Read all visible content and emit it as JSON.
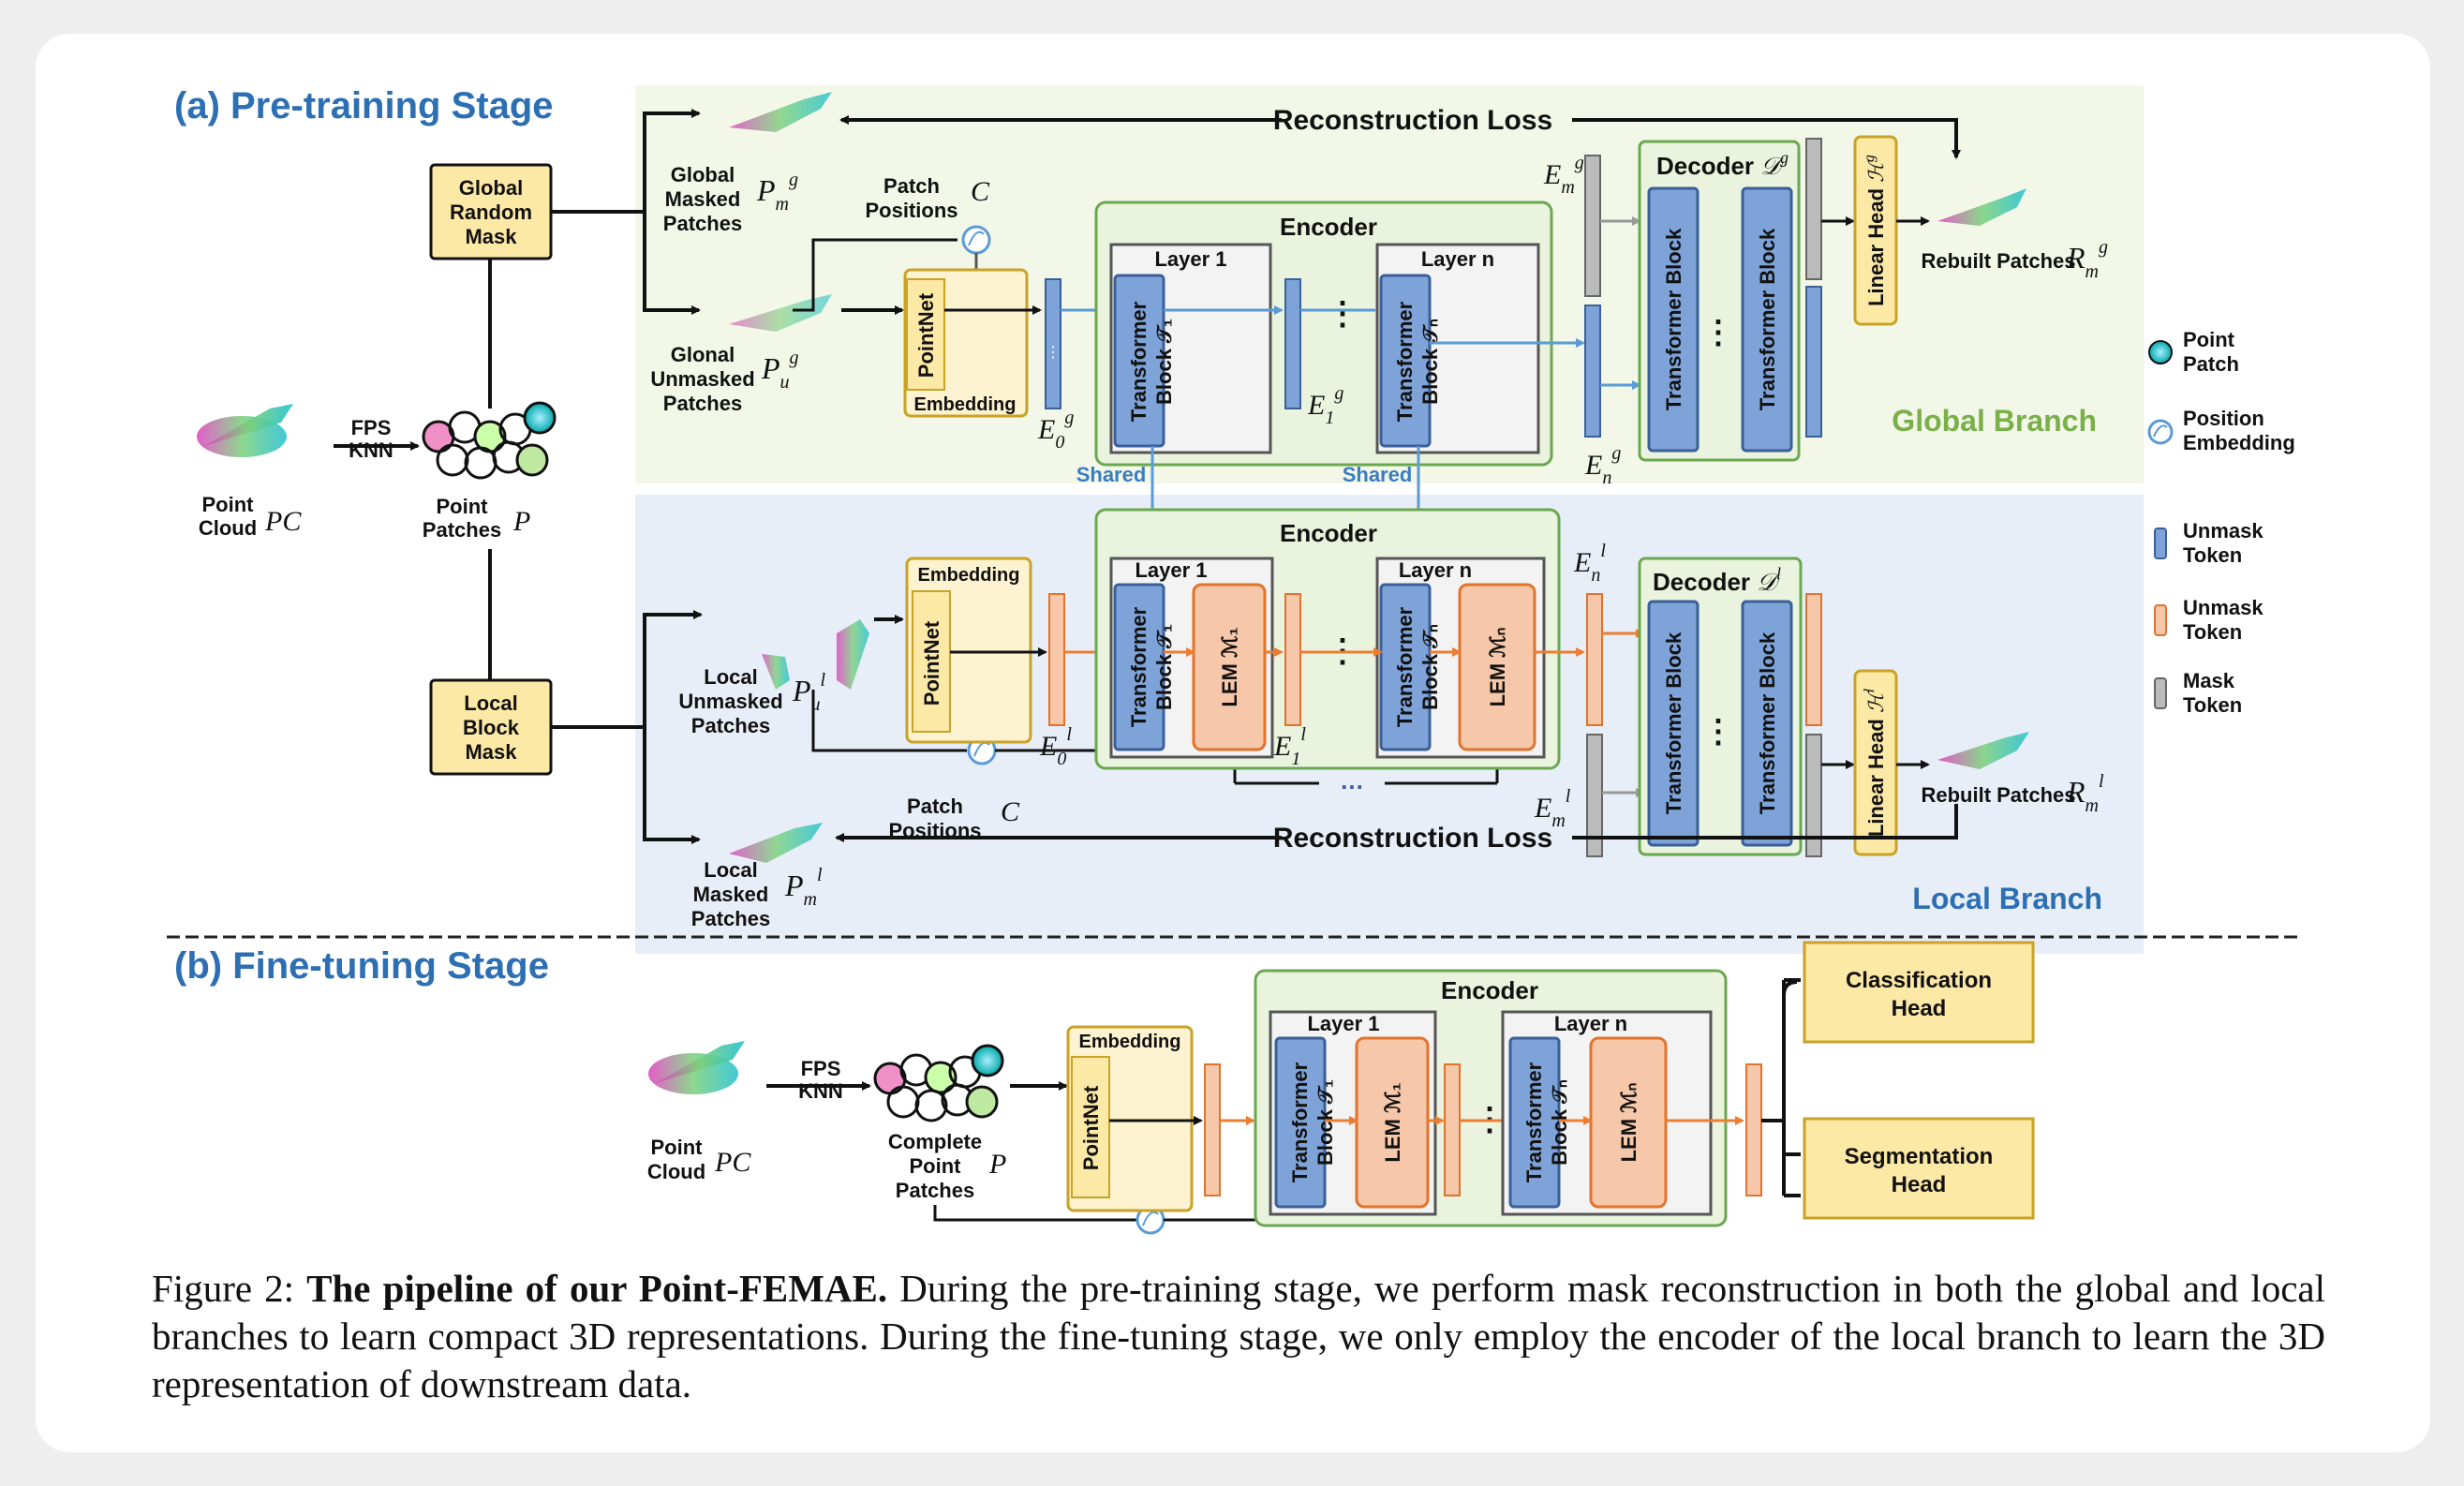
{
  "stages": {
    "pretraining_title": "(a) Pre-training Stage",
    "finetuning_title": "(b) Fine-tuning Stage",
    "global_branch": "Global Branch",
    "local_branch": "Local Branch"
  },
  "inputs": {
    "point_cloud": [
      "Point",
      "Cloud"
    ],
    "pc_symbol": "PC",
    "fps_knn": [
      "FPS",
      "KNN"
    ],
    "point_patches": [
      "Point",
      "Patches"
    ],
    "p_symbol": "P",
    "complete_patches": [
      "Complete",
      "Point",
      "Patches"
    ]
  },
  "masks": {
    "global": [
      "Global",
      "Random",
      "Mask"
    ],
    "local": [
      "Local",
      "Block",
      "Mask"
    ]
  },
  "patches": {
    "global_masked": [
      "Global",
      "Masked",
      "Patches"
    ],
    "global_unmasked": [
      "Glonal",
      "Unmasked",
      "Patches"
    ],
    "local_unmasked": [
      "Local",
      "Unmasked",
      "Patches"
    ],
    "local_masked": [
      "Local",
      "Masked",
      "Patches"
    ],
    "patch_positions": [
      "Patch",
      "Positions"
    ],
    "c_symbol": "C",
    "rebuilt": "Rebuilt Patches"
  },
  "modules": {
    "pointnet": "PointNet",
    "embedding": "Embedding",
    "encoder": "Encoder",
    "layer1": "Layer 1",
    "layern": "Layer n",
    "transformer_block": [
      "Transformer",
      "Block"
    ],
    "lem": "LEM",
    "decoder": "Decoder",
    "transformer": "Transformer Block",
    "linear_head": "Linear Head",
    "shared": "Shared",
    "recon_loss": "Reconstruction Loss",
    "classification_head": [
      "Classification",
      "Head"
    ],
    "segmentation_head": [
      "Segmentation",
      "Head"
    ],
    "dots": "…",
    "vdots": "⋮"
  },
  "legend": [
    {
      "icon": "point-patch",
      "label": [
        "Point",
        "Patch"
      ]
    },
    {
      "icon": "position-embedding",
      "label": [
        "Position",
        "Embedding"
      ]
    },
    {
      "icon": "unmask-token-blue",
      "label": [
        "Unmask",
        "Token"
      ]
    },
    {
      "icon": "unmask-token-orange",
      "label": [
        "Unmask",
        "Token"
      ]
    },
    {
      "icon": "mask-token",
      "label": [
        "Mask",
        "Token"
      ]
    }
  ],
  "colors": {
    "title_blue": "#2d6fb3",
    "global_bg": "#f2f7e8",
    "local_bg": "#e8eef8",
    "blue_fill": "#7ea3d8",
    "orange_fill": "#f6c7a8",
    "orange_stroke": "#e2732c",
    "yellow_fill": "#fde9a6",
    "green_stroke": "#6aa84f",
    "global_text_green": "#79b04a",
    "arrow_blue": "#5b9bd5",
    "arrow_orange": "#ed7d31"
  },
  "caption": {
    "label": "Figure 2:",
    "bold": "The pipeline of our Point-FEMAE.",
    "text": " During the pre-training stage, we perform mask reconstruction in both the global and local branches to learn compact 3D representations. During the fine-tuning stage, we only employ the encoder of the local branch to learn the 3D representation of downstream data."
  }
}
